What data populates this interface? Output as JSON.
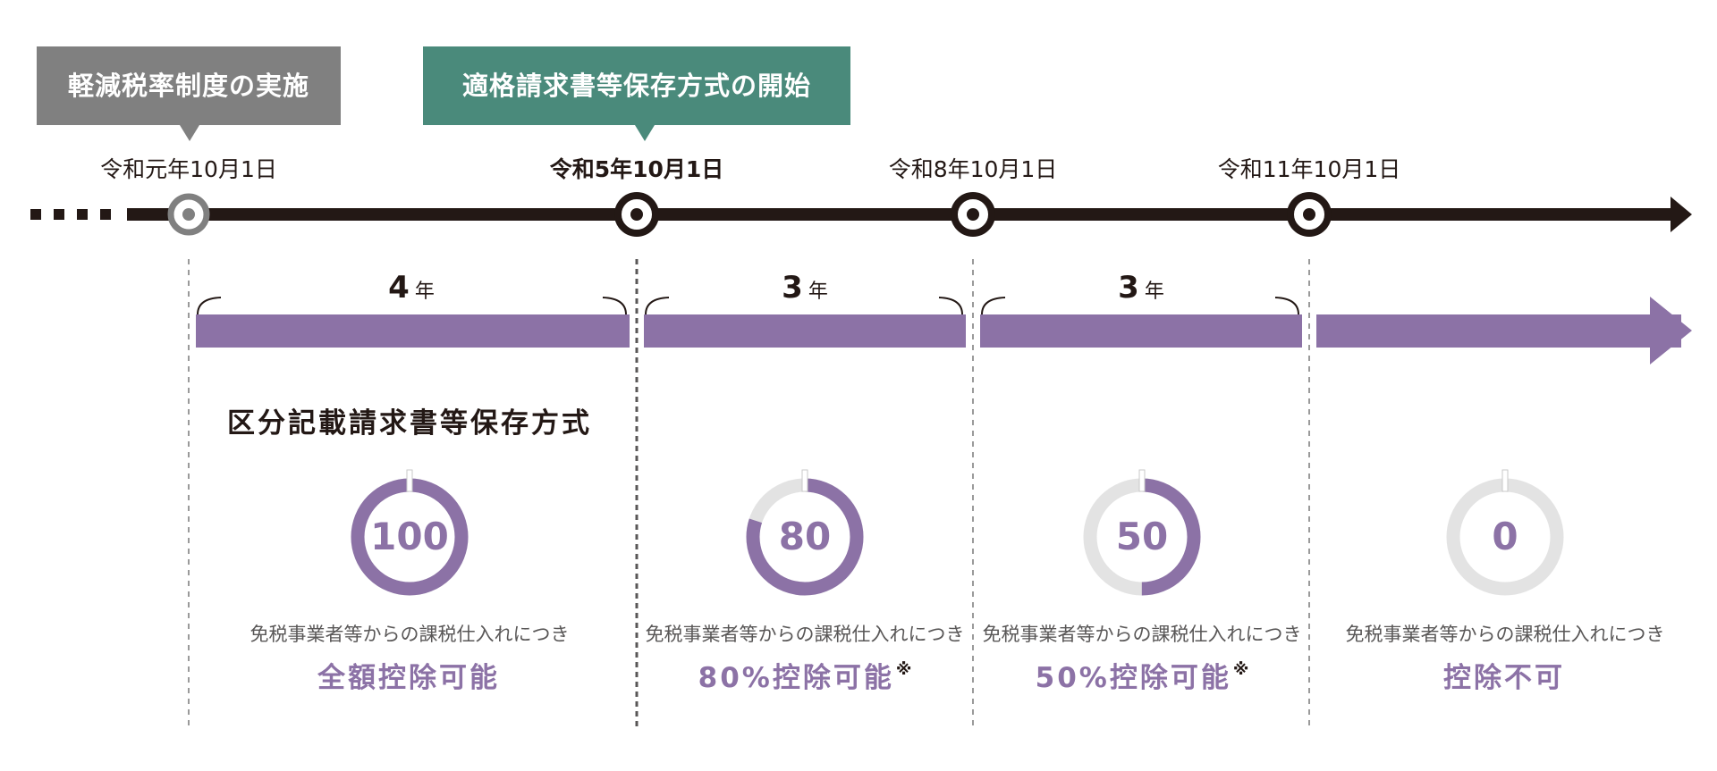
{
  "tags": {
    "reduced_tax": "軽減税率制度の実施",
    "invoice_start": "適格請求書等保存方式の開始"
  },
  "dates": [
    "令和元年10月1日",
    "令和5年10月1日",
    "令和8年10月1日",
    "令和11年10月1日"
  ],
  "periods": [
    {
      "num": "4",
      "unit": "年"
    },
    {
      "num": "3",
      "unit": "年"
    },
    {
      "num": "3",
      "unit": "年"
    }
  ],
  "method_label": "区分記載請求書等保存方式",
  "deductions": [
    {
      "percent": 100,
      "label": "100",
      "desc": "免税事業者等からの課税仕入れにつき",
      "result": "全額控除可能",
      "note": ""
    },
    {
      "percent": 80,
      "label": "80",
      "desc": "免税事業者等からの課税仕入れにつき",
      "result": "80%控除可能",
      "note": "※"
    },
    {
      "percent": 50,
      "label": "50",
      "desc": "免税事業者等からの課税仕入れにつき",
      "result": "50%控除可能",
      "note": "※"
    },
    {
      "percent": 0,
      "label": "0",
      "desc": "免税事業者等からの課税仕入れにつき",
      "result": "控除不可",
      "note": ""
    }
  ],
  "colors": {
    "timeline": "#231815",
    "purple": "#8c72a6",
    "gray_tag": "#808080",
    "green_tag": "#4a8a7b",
    "ring_track": "#e3e3e3"
  }
}
